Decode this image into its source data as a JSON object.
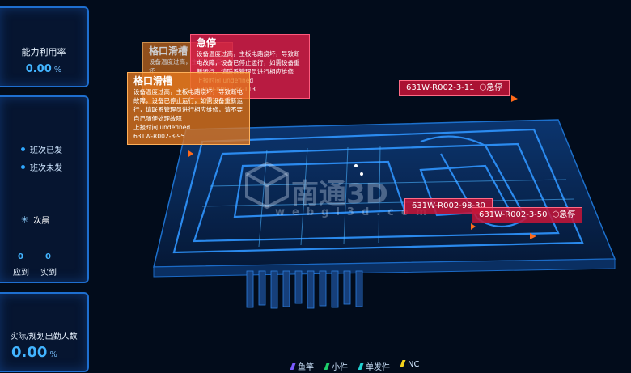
{
  "left_panels": {
    "capacity": {
      "title": "能力利用率",
      "value": "0.00",
      "unit": "%"
    },
    "shift": {
      "legend": [
        "班次已发",
        "班次未发"
      ],
      "shift_name": "次晨",
      "counts": {
        "due_value": "0",
        "actual_value": "0",
        "due_label": "应到",
        "actual_label": "实到"
      }
    },
    "attendance": {
      "title": "实际/规划出勤人数",
      "value": "0.00",
      "unit": "%"
    }
  },
  "alarms": [
    {
      "title": "急停",
      "text": "设备温度过高，主板电路烧坏，导致断电故障，设备已停止运行，如需设备重新运行，请联系管理员进行相应维修",
      "time": "上报时间 undefined",
      "code": "631W-R002-98-113"
    },
    {
      "title": "格口滑槽",
      "text": "设备温度过高，主板电路烧坏，导致断电故障，设备已停止运行，如需设备重新运行，请联系管理员进行相应维修，请不要自己随便处理故障",
      "time": "上报时间 undefined",
      "code": "631W-R002-3-95"
    },
    {
      "title": "格口滑槽",
      "text": "设备温度过高，主板电路烧坏",
      "time": "",
      "code": ""
    }
  ],
  "tags": [
    {
      "code": "631W-R002-3-11",
      "status": "急停"
    },
    {
      "code": "631W-R002-98-30",
      "status": ""
    },
    {
      "code": "631W-R002-3-50",
      "status": "急停"
    }
  ],
  "bottom_legend": [
    {
      "label": "鱼竿",
      "color": "#7a5cff"
    },
    {
      "label": "小件",
      "color": "#1ecf6a"
    },
    {
      "label": "单发件",
      "color": "#22d1d1"
    },
    {
      "label": "NC",
      "color": "#f2d21b"
    }
  ],
  "watermark": {
    "main": "南通3D",
    "sub": "webgl3d.com"
  }
}
